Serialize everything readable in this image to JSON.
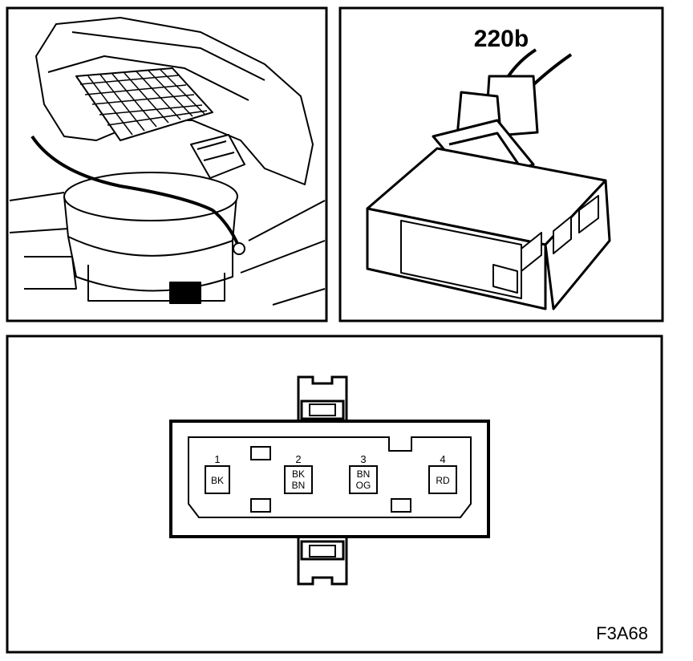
{
  "connector": {
    "title": "220b",
    "pins": [
      {
        "number": "1",
        "colors": [
          "BK"
        ]
      },
      {
        "number": "2",
        "colors": [
          "BK",
          "BN"
        ]
      },
      {
        "number": "3",
        "colors": [
          "BN",
          "OG"
        ]
      },
      {
        "number": "4",
        "colors": [
          "RD"
        ]
      }
    ]
  },
  "figure_code": "F3A68"
}
